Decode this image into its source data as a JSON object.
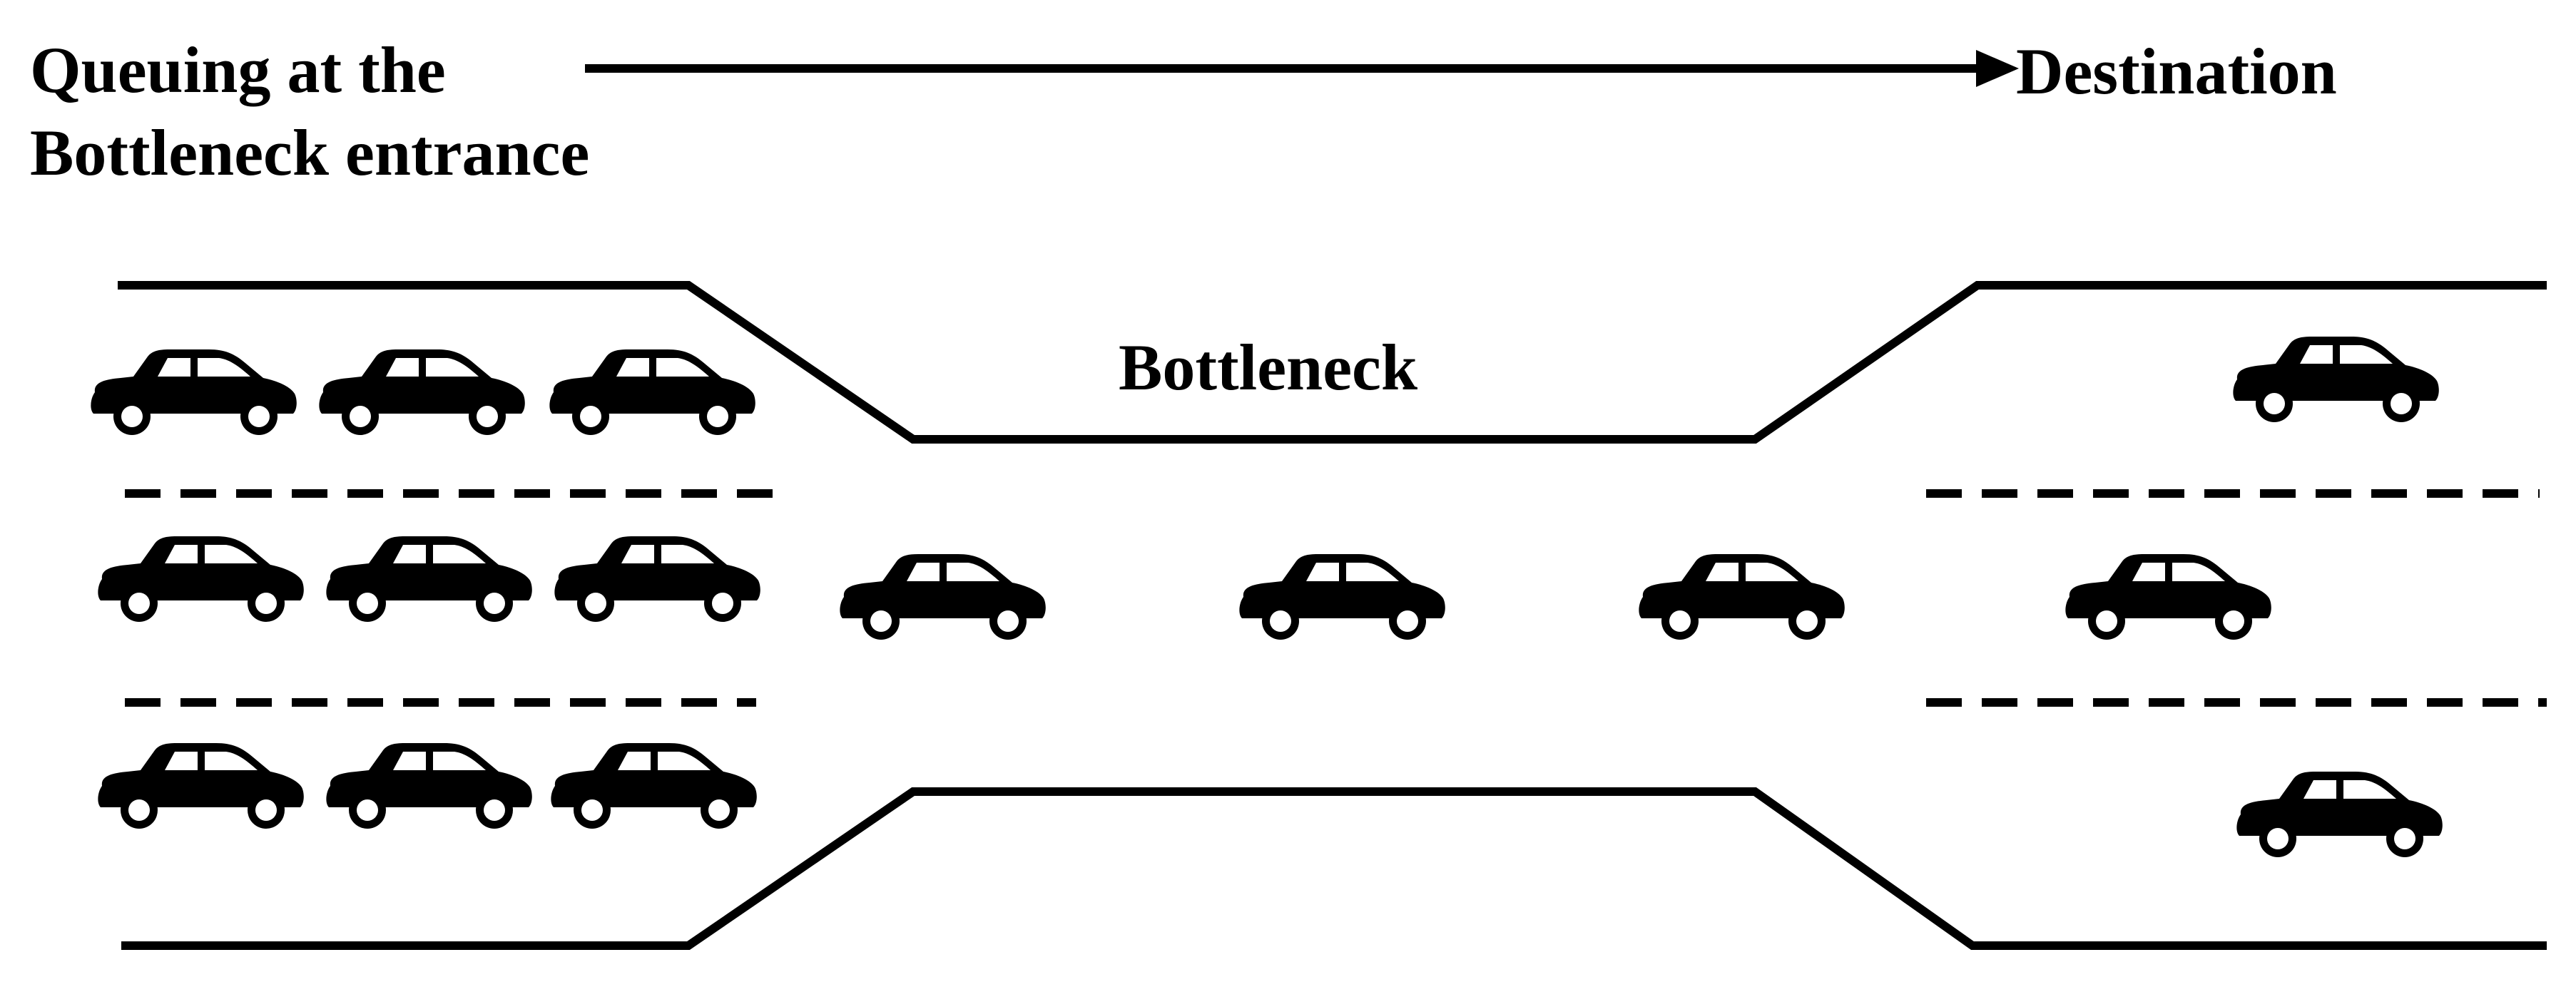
{
  "labels": {
    "origin_line1": "Queuing at the",
    "origin_line2": "Bottleneck entrance",
    "destination": "Destination",
    "bottleneck": "Bottleneck"
  },
  "diagram": {
    "direction_arrow": "origin-to-destination",
    "road": {
      "lanes_upstream": 3,
      "lanes_bottleneck": 1,
      "lanes_downstream": 3
    },
    "cars": {
      "queue_upstream": [
        3,
        3,
        3
      ],
      "in_bottleneck": 3,
      "downstream": [
        1,
        1,
        1
      ]
    },
    "colors": {
      "ink": "#000000",
      "background": "#ffffff"
    }
  }
}
